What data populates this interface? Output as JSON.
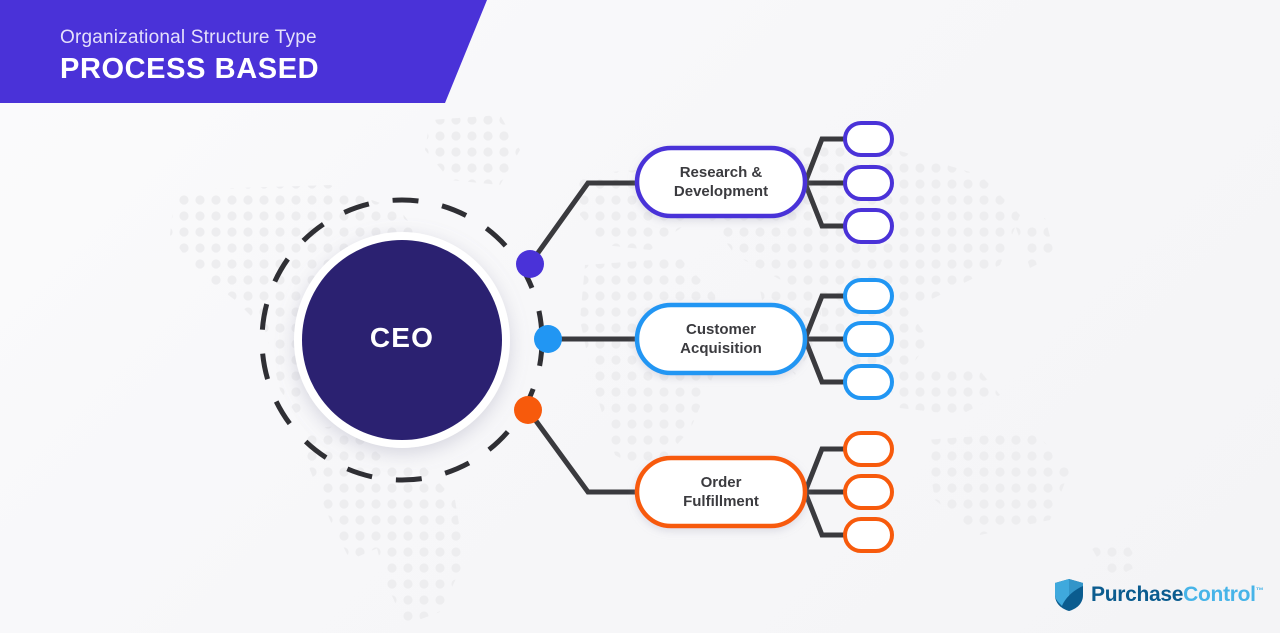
{
  "banner": {
    "eyebrow": "Organizational Structure Type",
    "headline": "PROCESS BASED",
    "background_color": "#4a32d8",
    "eyebrow_color": "#e4e0fb",
    "headline_color": "#ffffff"
  },
  "chart_data": {
    "type": "diagram",
    "title": "PROCESS BASED",
    "subtitle": "Organizational Structure Type",
    "layout": "horizontal-hierarchy",
    "root": {
      "label": "CEO",
      "fill_color": "#2b2171",
      "text_color": "#ffffff",
      "ring_color": "#ffffff",
      "dashed_ring_color": "#2f2f34"
    },
    "branches": [
      {
        "label": "Research & Development",
        "line1": "Research &",
        "line2": "Development",
        "accent_color": "#4a32d8",
        "connector_dot_color": "#4a32d8",
        "children_count": 3,
        "children": [
          "",
          "",
          ""
        ]
      },
      {
        "label": "Customer Acquisition",
        "line1": "Customer",
        "line2": "Acquisition",
        "accent_color": "#2196f3",
        "connector_dot_color": "#2196f3",
        "children_count": 3,
        "children": [
          "",
          "",
          ""
        ]
      },
      {
        "label": "Order Fulfillment",
        "line1": "Order",
        "line2": "Fulfillment",
        "accent_color": "#f75a0c",
        "connector_dot_color": "#f75a0c",
        "children_count": 3,
        "children": [
          "",
          "",
          ""
        ]
      }
    ],
    "connector_line_color": "#3a3a3e",
    "background_dot_color": "#ededef"
  },
  "logo": {
    "word_dark": "Purchase",
    "word_light": "Control",
    "trademark": "™",
    "shield_dark_color": "#0b5c8f",
    "shield_light_color": "#3fa9dd"
  }
}
